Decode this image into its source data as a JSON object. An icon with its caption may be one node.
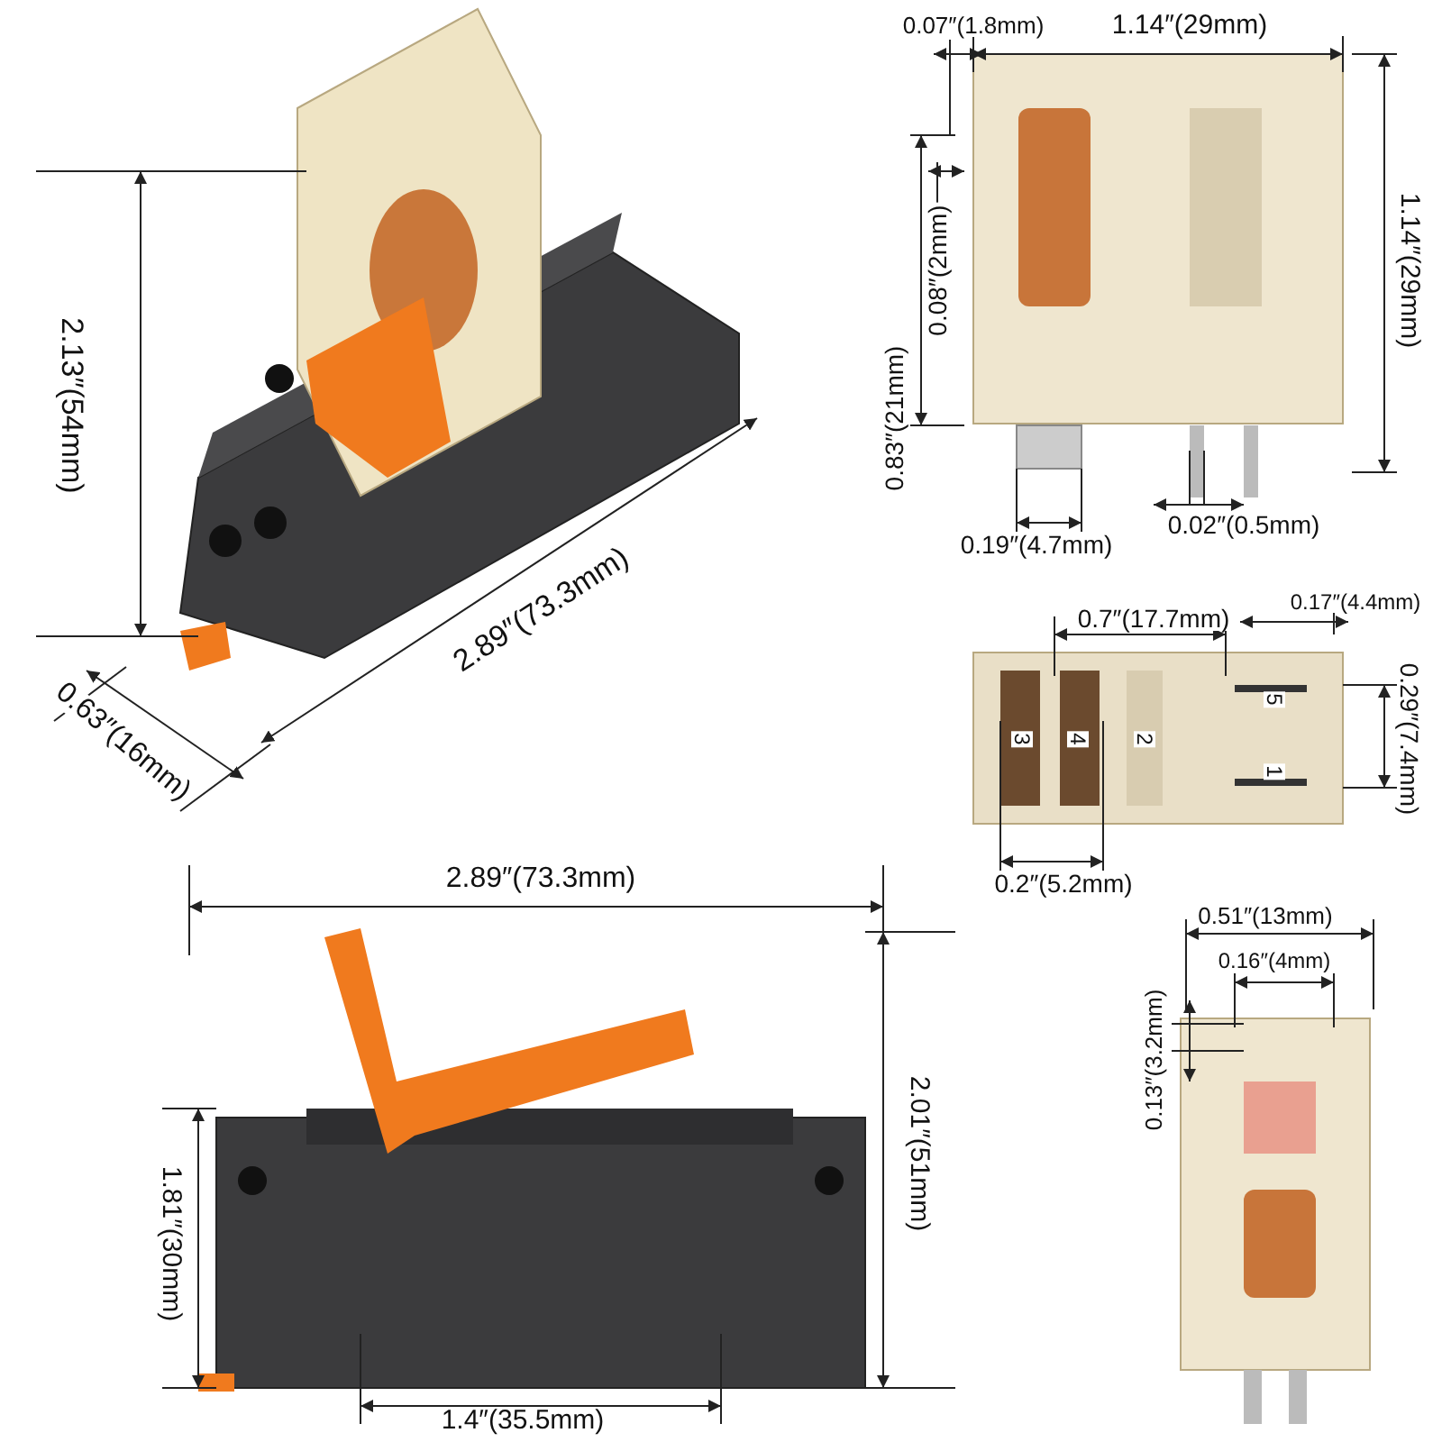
{
  "diagram": {
    "labels": [
      "2.13″(54mm)",
      "0.63″(16mm)",
      "2.89″(73.3mm)",
      "0.07″(1.8mm)",
      "1.14″(29mm)",
      "1.14″(29mm)",
      "0.83″(21mm)",
      "0.08″(2mm)",
      "0.19″(4.7mm)",
      "0.02″(0.5mm)",
      "0.7″(17.7mm)",
      "0.17″(4.4mm)",
      "0.29″(7.4mm)",
      "3",
      "4",
      "2",
      "5",
      "1",
      "2.89″(73.3mm)",
      "0.2″(5.2mm)",
      "1.81″(30mm)",
      "2.01″(51mm)",
      "1.4″(35.5mm)",
      "0.51″(13mm)",
      "0.16″(4mm)",
      "0.13″(3.2mm)"
    ]
  }
}
